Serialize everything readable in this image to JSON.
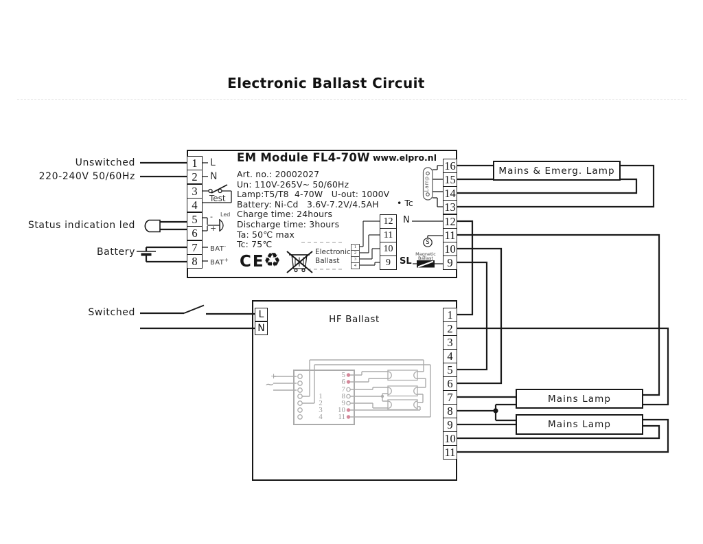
{
  "page": {
    "title": "Electronic Ballast Circuit"
  },
  "left_labels": {
    "unswitched": "Unswitched",
    "supply": "220-240V 50/60Hz",
    "status_led": "Status indication led",
    "battery": "Battery",
    "switched": "Switched"
  },
  "em_module": {
    "title": "EM Module FL4-70W",
    "website": "www.elpro.nl",
    "specs": [
      "Art. no.: 20002027",
      "Un: 110V-265V~ 50/60Hz",
      "Lamp:T5/T8  4-70W   U-out: 1000V",
      "Battery: Ni-Cd   3.6V-7.2V/4.5AH",
      "Charge time: 24hours",
      "Discharge time: 3hours",
      "Ta: 50℃ max",
      "Tc: 75℃"
    ],
    "left_terminals": [
      "1",
      "2",
      "3",
      "4",
      "5",
      "6",
      "7",
      "8"
    ],
    "right_terminals_top": [
      "16",
      "15",
      "14",
      "13"
    ],
    "right_terminals_bottom": [
      "12",
      "11",
      "10",
      "9"
    ],
    "inner_terminals": [
      "12",
      "11",
      "10",
      "9"
    ],
    "connector_pins": [
      "1",
      "2",
      "3",
      "4"
    ],
    "labels": {
      "line": "L",
      "neutral": "N",
      "test": "Test",
      "led": "Led",
      "minus": "-",
      "plus": "+",
      "bat": "BAT",
      "bat_minus_sign": "-",
      "bat_plus_sign": "+",
      "electronic_ballast_1": "Electronic",
      "electronic_ballast_2": "Ballast",
      "tc_point": "• Tc",
      "n": "N",
      "s": "S",
      "sl": "SL",
      "magnetic_1": "Magnetic",
      "magnetic_2": "Ballast",
      "lamp": "Lamp",
      "ce": "CE",
      "recycle": "♻"
    }
  },
  "hf_module": {
    "title": "HF Ballast",
    "line": "L",
    "neutral": "N",
    "right_terminals": [
      "1",
      "2",
      "3",
      "4",
      "5",
      "6",
      "7",
      "8",
      "9",
      "10",
      "11"
    ],
    "internal": {
      "left_pins": [
        "1",
        "2",
        "3",
        "4"
      ],
      "right_pins": [
        "5",
        "6",
        "7",
        "8",
        "9",
        "10",
        "11"
      ],
      "plus": "+",
      "tilde": "~"
    }
  },
  "lamp_boxes": {
    "mains_emerg": "Mains & Emerg. Lamp",
    "mains_1": "Mains Lamp",
    "mains_2": "Mains Lamp"
  },
  "colors": {
    "wire": "#1a1a1a",
    "internal_gray": "#ababab",
    "pink_pin": "#d4889a",
    "page_bg": "#ffffff"
  }
}
